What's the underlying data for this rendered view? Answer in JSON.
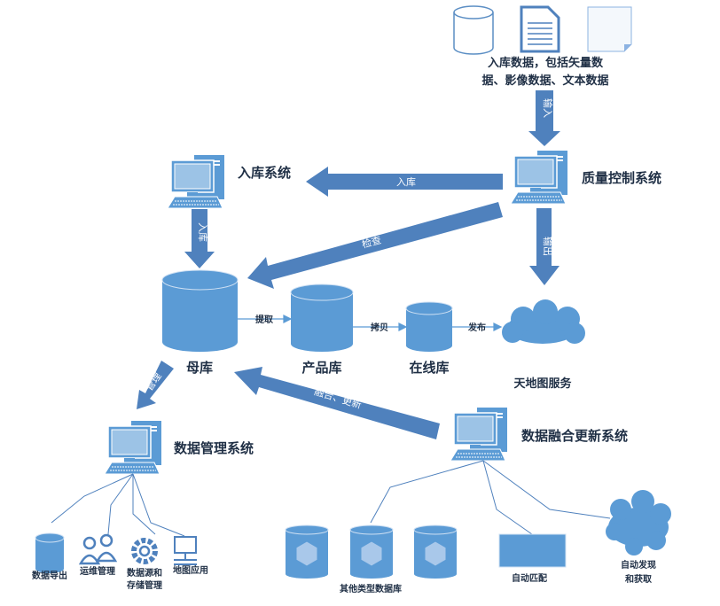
{
  "sources": {
    "caption_line1": "入库数据，包括矢量数",
    "caption_line2": "据、影像数据、文本数据",
    "icons": [
      "database-outline-icon",
      "document-icon",
      "blank-page-icon"
    ]
  },
  "nodes": {
    "quality_control": "质量控制系统",
    "ingest_system": "入库系统",
    "master_db": "母库",
    "product_db": "产品库",
    "online_db": "在线库",
    "tianditu": "天地图服务",
    "data_management": "数据管理系统",
    "fusion_update": "数据融合更新系统"
  },
  "arrows": {
    "to_quality": "输入",
    "ingest": "入库",
    "ingest_down": "入库",
    "check": "检查",
    "quality_out": "输出",
    "extract": "提取",
    "copy": "拷贝",
    "publish": "发布",
    "manage": "管理",
    "fusion": "融合、更新"
  },
  "management_items": [
    {
      "label": "数据导出",
      "icon": "database-icon"
    },
    {
      "label": "运维管理",
      "icon": "users-icon"
    },
    {
      "label": "数据源和",
      "label2": "存储管理",
      "icon": "gear-icon"
    },
    {
      "label": "地图应用",
      "icon": "network-monitor-icon"
    }
  ],
  "fusion_items": {
    "other_db": "其他类型数据库",
    "auto_match": "自动匹配",
    "auto_discover_1": "自动发现",
    "auto_discover_2": "和获取"
  },
  "colors": {
    "primary": "#5b9bd5",
    "arrow": "#4f81bd",
    "text": "#1f2f45"
  }
}
